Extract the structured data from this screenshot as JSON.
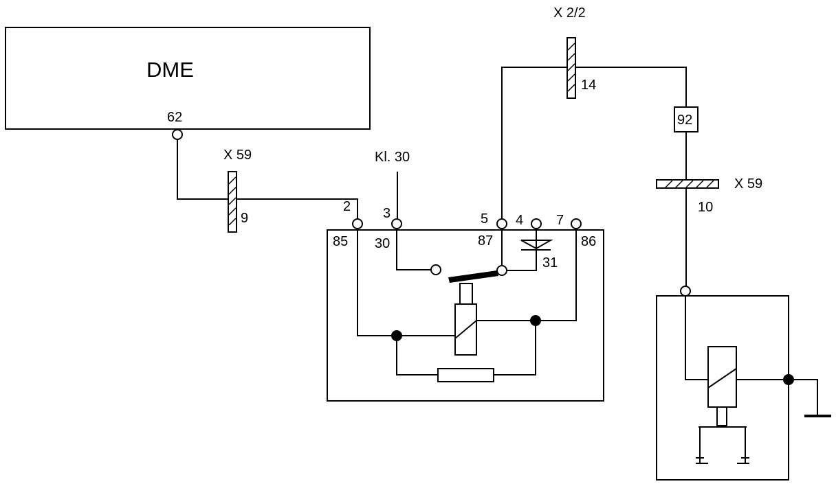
{
  "dme": {
    "title": "DME",
    "pin": "62"
  },
  "connectors": {
    "x59_left": {
      "name": "X 59",
      "pin": "9"
    },
    "x2_2": {
      "name": "X 2/2",
      "pin": "14"
    },
    "x59_right": {
      "name": "X 59",
      "pin": "10"
    }
  },
  "supply": {
    "label": "Kl. 30"
  },
  "relay": {
    "pins": {
      "p2": "2",
      "p3": "3",
      "p5": "5",
      "p4": "4",
      "p7": "7",
      "t85": "85",
      "t30": "30",
      "t87": "87",
      "t86": "86",
      "t31": "31"
    }
  },
  "fuse": {
    "label": "92"
  }
}
